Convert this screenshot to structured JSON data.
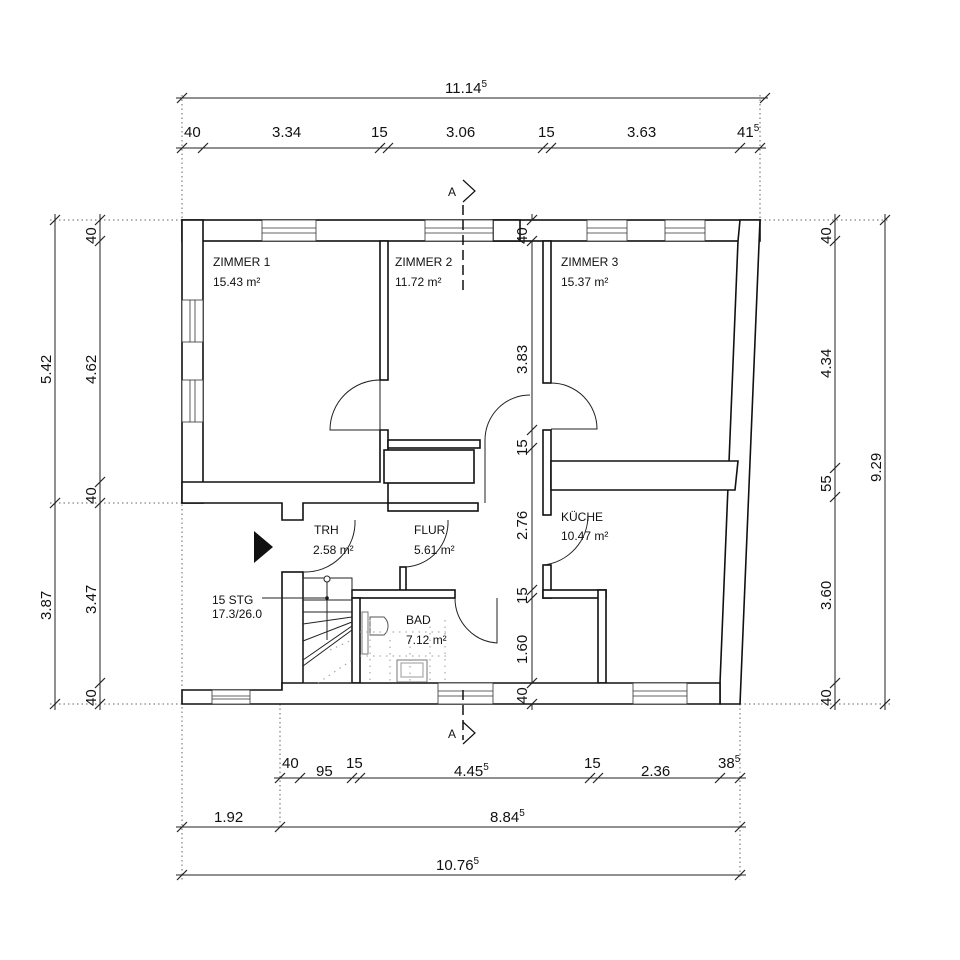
{
  "dimensions": {
    "top_overall": {
      "value": "11.14",
      "sup": "5"
    },
    "top_chain": [
      {
        "value": "40",
        "sup": ""
      },
      {
        "value": "3.34",
        "sup": ""
      },
      {
        "value": "15",
        "sup": ""
      },
      {
        "value": "3.06",
        "sup": ""
      },
      {
        "value": "15",
        "sup": ""
      },
      {
        "value": "3.63",
        "sup": ""
      },
      {
        "value": "41",
        "sup": "5"
      }
    ],
    "left_outer": [
      "5.42",
      "3.87"
    ],
    "left_inner": [
      "40",
      "4.62",
      "40",
      "3.47",
      "40"
    ],
    "right_inner": [
      "40",
      "4.34",
      "55",
      "3.60",
      "40"
    ],
    "right_outer": [
      "9.29"
    ],
    "bottom_chain": [
      {
        "value": "40",
        "sup": ""
      },
      {
        "value": "95",
        "sup": ""
      },
      {
        "value": "15",
        "sup": ""
      },
      {
        "value": "4.45",
        "sup": "5"
      },
      {
        "value": "15",
        "sup": ""
      },
      {
        "value": "2.36",
        "sup": ""
      },
      {
        "value": "38",
        "sup": "5"
      }
    ],
    "bottom_middle": [
      {
        "value": "1.92",
        "sup": ""
      },
      {
        "value": "8.84",
        "sup": "5"
      }
    ],
    "bottom_overall": {
      "value": "10.76",
      "sup": "5"
    },
    "interior": [
      "40",
      "3.83",
      "15",
      "2.76",
      "15",
      "1.60",
      "40"
    ]
  },
  "rooms": [
    {
      "name": "ZIMMER 1",
      "area": "15.43 m²"
    },
    {
      "name": "ZIMMER 2",
      "area": "11.72 m²"
    },
    {
      "name": "ZIMMER 3",
      "area": "15.37 m²"
    },
    {
      "name": "TRH",
      "area": "2.58 m²"
    },
    {
      "name": "FLUR",
      "area": "5.61 m²"
    },
    {
      "name": "KÜCHE",
      "area": "10.47 m²"
    },
    {
      "name": "BAD",
      "area": "7.12 m²"
    }
  ],
  "stair": {
    "steps": "15 STG",
    "ratio": "17.3/26.0"
  },
  "section_marker": {
    "top": "A",
    "bottom": "A"
  }
}
